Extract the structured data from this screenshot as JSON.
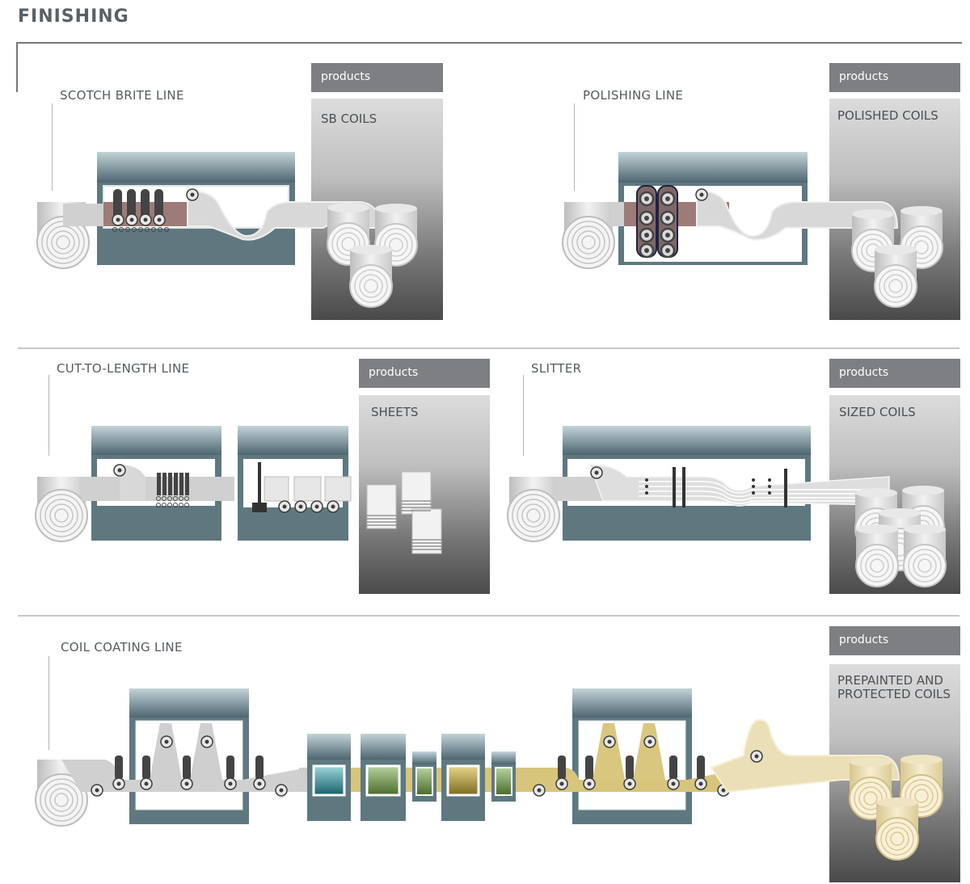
{
  "title": "FINISHING",
  "products_tag": "products",
  "lines": {
    "scotch_brite": {
      "name": "SCOTCH BRITE LINE",
      "product": "SB COILS"
    },
    "polishing": {
      "name": "POLISHING LINE",
      "product": "POLISHED COILS"
    },
    "cut_to_length": {
      "name": "CUT-TO-LENGTH LINE",
      "product": "SHEETS"
    },
    "slitter": {
      "name": "SLITTER",
      "product": "SIZED COILS"
    },
    "coil_coating": {
      "name": "COIL COATING LINE",
      "product_line1": "PREPAINTED AND",
      "product_line2": "PROTECTED COILS"
    }
  },
  "colors": {
    "machine": "#5f7880",
    "machine_top": "#4f6a73",
    "strip": "#cfcfcf",
    "abrasive": "#9c7b78",
    "coated": "#e2d3a4",
    "products_tag": "#7d7f82"
  }
}
